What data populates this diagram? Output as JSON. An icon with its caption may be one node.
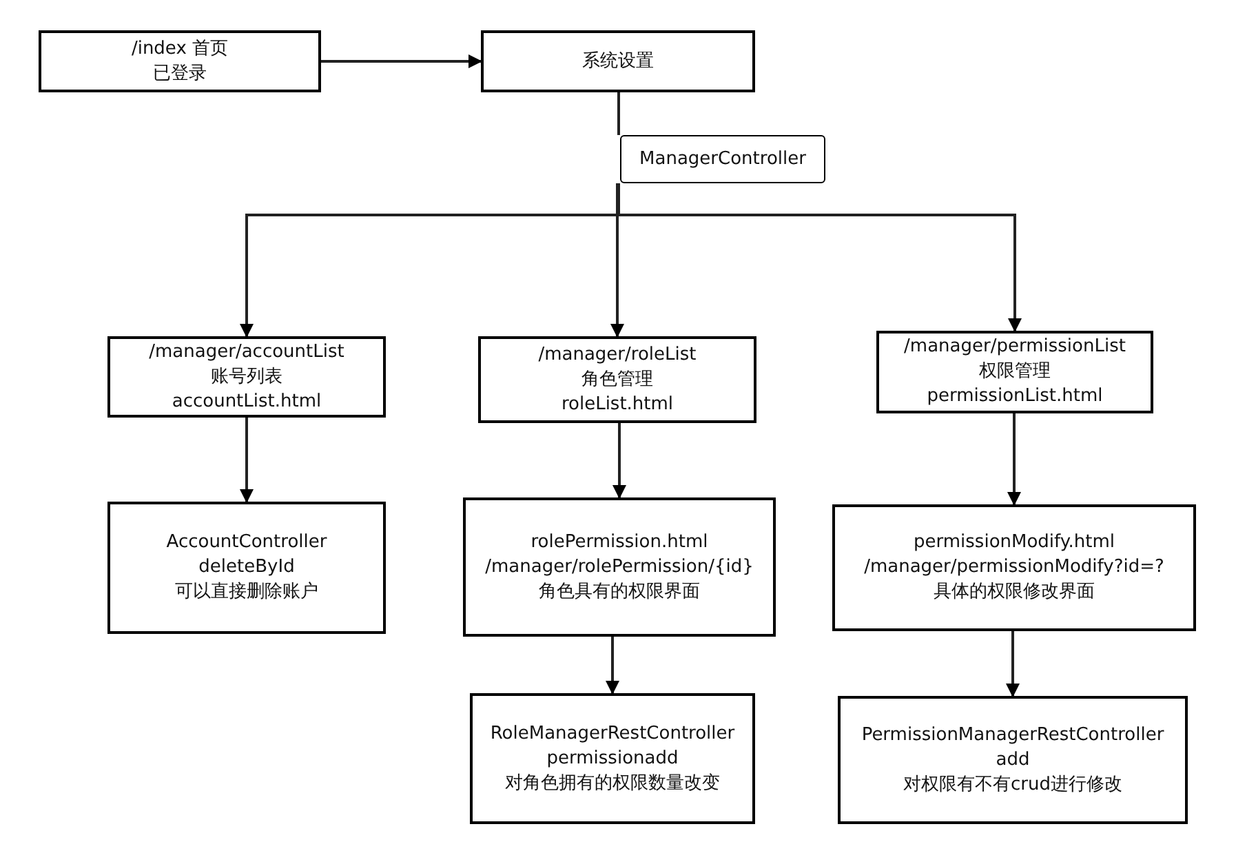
{
  "diagram": {
    "nodes": [
      {
        "text": [
          "/index 首页",
          "已登录"
        ]
      },
      {
        "text": [
          "系统设置"
        ]
      },
      {
        "text": [
          "ManagerController"
        ]
      },
      {
        "text": [
          "/manager/accountList",
          "账号列表",
          "accountList.html"
        ]
      },
      {
        "text": [
          "/manager/roleList",
          "角色管理",
          "roleList.html"
        ]
      },
      {
        "text": [
          "/manager/permissionList",
          "权限管理",
          "permissionList.html"
        ]
      },
      {
        "text": [
          "AccountController",
          "deleteById",
          "可以直接删除账户"
        ]
      },
      {
        "text": [
          "rolePermission.html",
          "/manager/rolePermission/{id}",
          "角色具有的权限界面"
        ]
      },
      {
        "text": [
          "permissionModify.html",
          "/manager/permissionModify?id=?",
          "具体的权限修改界面"
        ]
      },
      {
        "text": [
          "RoleManagerRestController",
          "permissionadd",
          "对角色拥有的权限数量改变"
        ]
      },
      {
        "text": [
          "PermissionManagerRestController",
          "add",
          "对权限有不有crud进行修改"
        ]
      }
    ],
    "edges": [
      {
        "from": 0,
        "to": 1,
        "arrow": "to"
      },
      {
        "from": 1,
        "to": 2,
        "arrow": "none"
      },
      {
        "from": 2,
        "to": 3,
        "arrow": "to"
      },
      {
        "from": 2,
        "to": 4,
        "arrow": "to"
      },
      {
        "from": 2,
        "to": 5,
        "arrow": "to"
      },
      {
        "from": 3,
        "to": 6,
        "arrow": "to"
      },
      {
        "from": 4,
        "to": 7,
        "arrow": "to"
      },
      {
        "from": 7,
        "to": 9,
        "arrow": "to"
      },
      {
        "from": 5,
        "to": 8,
        "arrow": "to"
      },
      {
        "from": 8,
        "to": 10,
        "arrow": "to"
      }
    ]
  }
}
